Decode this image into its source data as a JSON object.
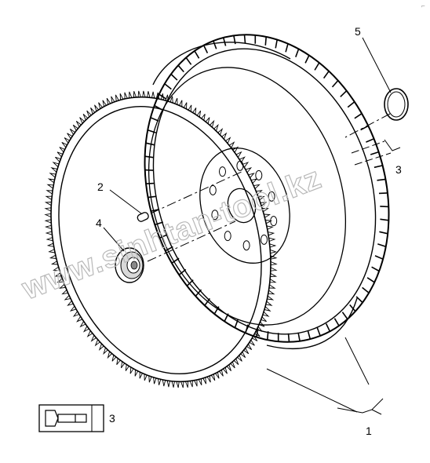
{
  "diagram": {
    "callouts": {
      "flywheel": "1",
      "dowel": "2",
      "bolts": "3",
      "bolts_box_qty": "3",
      "bearing": "4",
      "retaining_ring": "5"
    },
    "watermark": "www.sinhtan-tool.kz",
    "corner_mark": "⌐"
  }
}
